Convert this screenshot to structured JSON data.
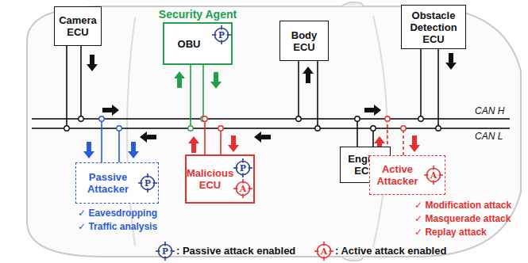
{
  "diagram": {
    "nodes": [
      {
        "text": [
          "Camera ECU"
        ]
      },
      {
        "text": [
          "Security Agent",
          "OBU"
        ]
      },
      {
        "text": [
          "Body ECU"
        ]
      },
      {
        "text": [
          "Obstacle Detection ECU"
        ]
      },
      {
        "text": [
          "Engine ECU"
        ]
      },
      {
        "text": [
          "Passive Attacker"
        ]
      },
      {
        "text": [
          "Malicious ECU"
        ]
      },
      {
        "text": [
          "Active Attacker"
        ]
      }
    ],
    "labels": [
      "CAN H",
      "CAN L",
      "✓ Eavesdropping",
      "✓ Traffic analysis",
      "✓ Modification attack",
      "✓ Masquerade attack",
      "✓ Replay attack",
      "P",
      "P",
      "P",
      "A",
      "A",
      "P",
      "A"
    ],
    "legend": [
      {
        "text": ": Passive attack enabled"
      },
      {
        "text": ": Active attack enabled"
      }
    ]
  }
}
